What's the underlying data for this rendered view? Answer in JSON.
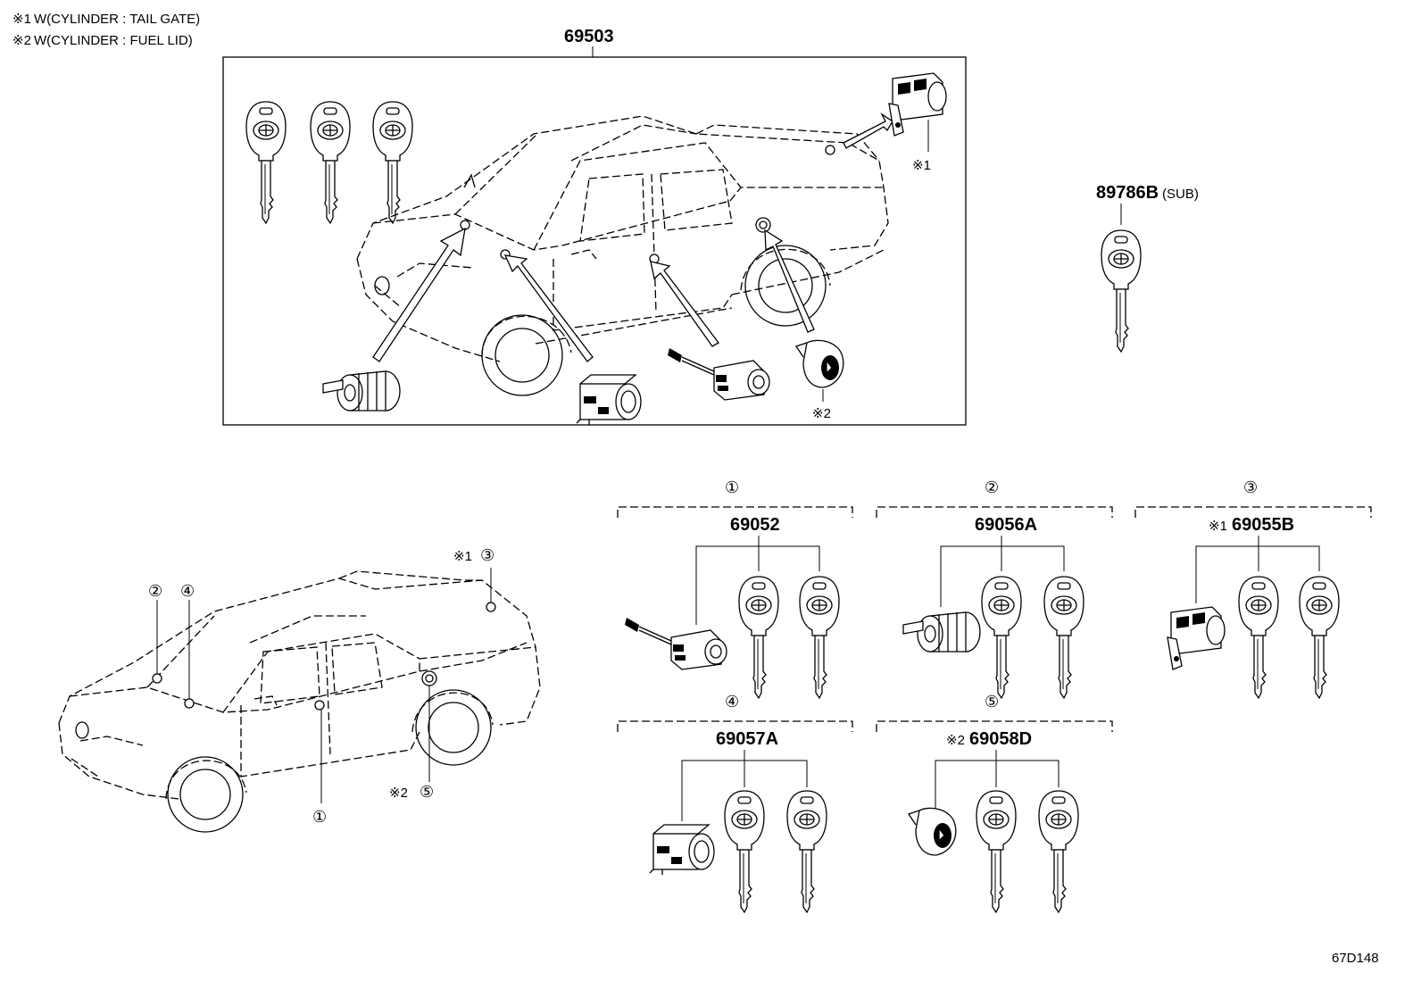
{
  "notes": [
    {
      "mark": "※1",
      "text": "W(CYLINDER : TAIL GATE)"
    },
    {
      "mark": "※2",
      "text": "W(CYLINDER : FUEL LID)"
    }
  ],
  "main_assembly": {
    "part_number": "69503"
  },
  "sub_key": {
    "part_number": "89786B",
    "suffix": "(SUB)"
  },
  "callout_marks": {
    "note1": "※1",
    "note2": "※2"
  },
  "groups": [
    {
      "index": "①",
      "part_number": "69052",
      "prefix": ""
    },
    {
      "index": "②",
      "part_number": "69056A",
      "prefix": ""
    },
    {
      "index": "③",
      "part_number": "69055B",
      "prefix": "※1"
    },
    {
      "index": "④",
      "part_number": "69057A",
      "prefix": ""
    },
    {
      "index": "⑤",
      "part_number": "69058D",
      "prefix": "※2"
    }
  ],
  "vehicle_callouts": {
    "c1": "①",
    "c2": "②",
    "c3": "③",
    "c4": "④",
    "c5": "⑤",
    "c3_mark": "※1",
    "c5_mark": "※2"
  },
  "figure_code": "67D148"
}
